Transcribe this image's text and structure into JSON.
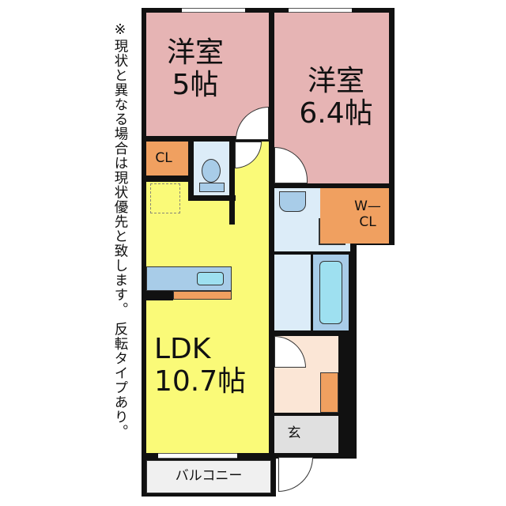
{
  "note": "※現状と異なる場合は現状優先と致します。 反転タイプあり。",
  "rooms": {
    "western_room_1": {
      "name": "洋室",
      "size": "5帖"
    },
    "western_room_2": {
      "name": "洋室",
      "size": "6.4帖"
    },
    "closet": "CL",
    "walk_in_closet": {
      "line1": "W—",
      "line2": "CL"
    },
    "ldk": {
      "name": "LDK",
      "size": "10.7帖"
    },
    "entrance": "玄",
    "balcony": "バルコニー"
  },
  "colors": {
    "bedroom": "#e6b4b4",
    "ldk": "#fafa78",
    "closet": "#f0a060",
    "wet": "#dcecf8",
    "hall": "#fbe6d6"
  }
}
